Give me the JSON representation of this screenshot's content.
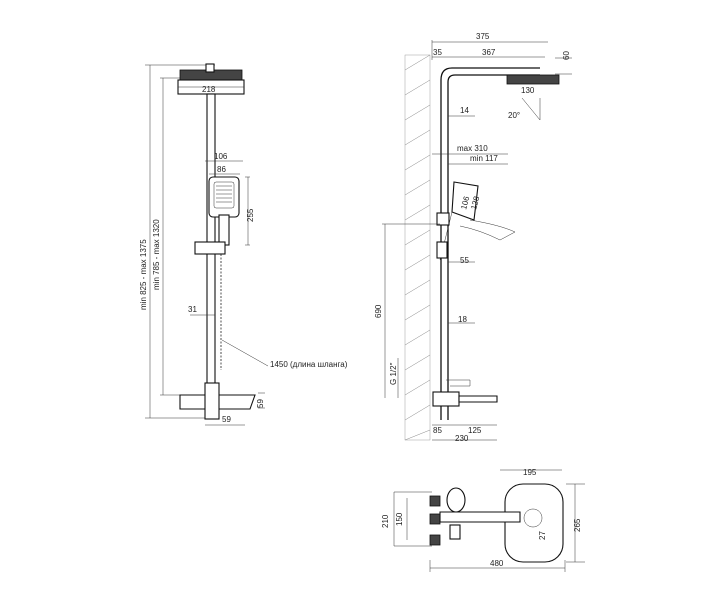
{
  "front_view": {
    "total_height_label": "min 825 - max 1375",
    "bar_height_label": "min 785 - max 1320",
    "head_width": "218",
    "handset_width_outer": "106",
    "handset_width_inner": "86",
    "handset_height": "255",
    "bar_offset": "31",
    "hose_label": "1450 (длина шланга)",
    "mixer_height": "59",
    "mixer_width": "59"
  },
  "side_view": {
    "total_reach": "375",
    "wall_gap": "35",
    "arm_length": "367",
    "head_thickness": "60",
    "head_diameter": "130",
    "head_angle": "20°",
    "pipe_gap_top": "14",
    "holder_max": "max 310",
    "holder_min": "min 117",
    "handset_a": "106",
    "handset_b": "128",
    "holder_size": "55",
    "pipe_gap_bottom": "18",
    "inlet_height": "690",
    "thread": "G 1/2\"",
    "mixer_offset": "85",
    "spout_length": "125",
    "mixer_depth": "230"
  },
  "top_view": {
    "head_width": "195",
    "head_depth": "265",
    "total_depth": "210",
    "inlet_spacing": "150",
    "total_width": "480",
    "spout_width": "27"
  }
}
